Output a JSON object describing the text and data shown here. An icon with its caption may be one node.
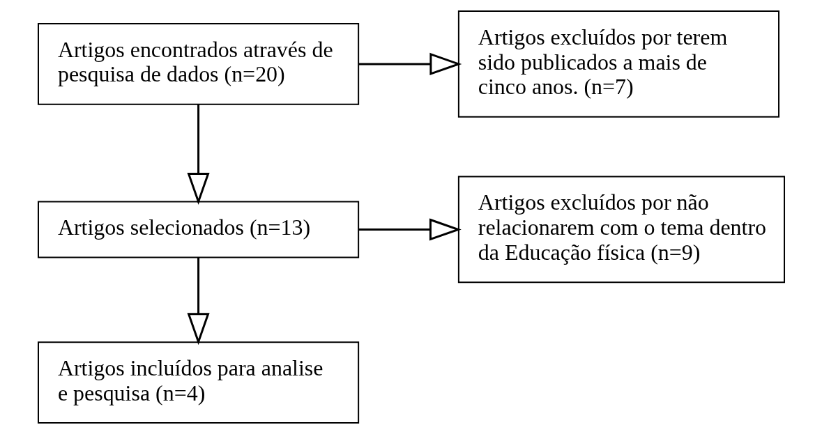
{
  "diagram": {
    "nodes": [
      {
        "text": [
          "Artigos encontrados através de pesquisa de dados (n=20)"
        ]
      },
      {
        "text": [
          "Artigos excluídos por terem sido publicados a mais de cinco anos. (n=7)"
        ]
      },
      {
        "text": [
          "Artigos selecionados (n=13)"
        ]
      },
      {
        "text": [
          "Artigos excluídos por não relacionarem com o tema dentro da Educação física (n=9)"
        ]
      },
      {
        "text": [
          "Artigos incluídos para analise e pesquisa (n=4)"
        ]
      }
    ],
    "edges": [
      {
        "from": 0,
        "to": 1,
        "arrow": "to"
      },
      {
        "from": 0,
        "to": 2,
        "arrow": "to"
      },
      {
        "from": 2,
        "to": 3,
        "arrow": "to"
      },
      {
        "from": 2,
        "to": 4,
        "arrow": "to"
      }
    ]
  }
}
